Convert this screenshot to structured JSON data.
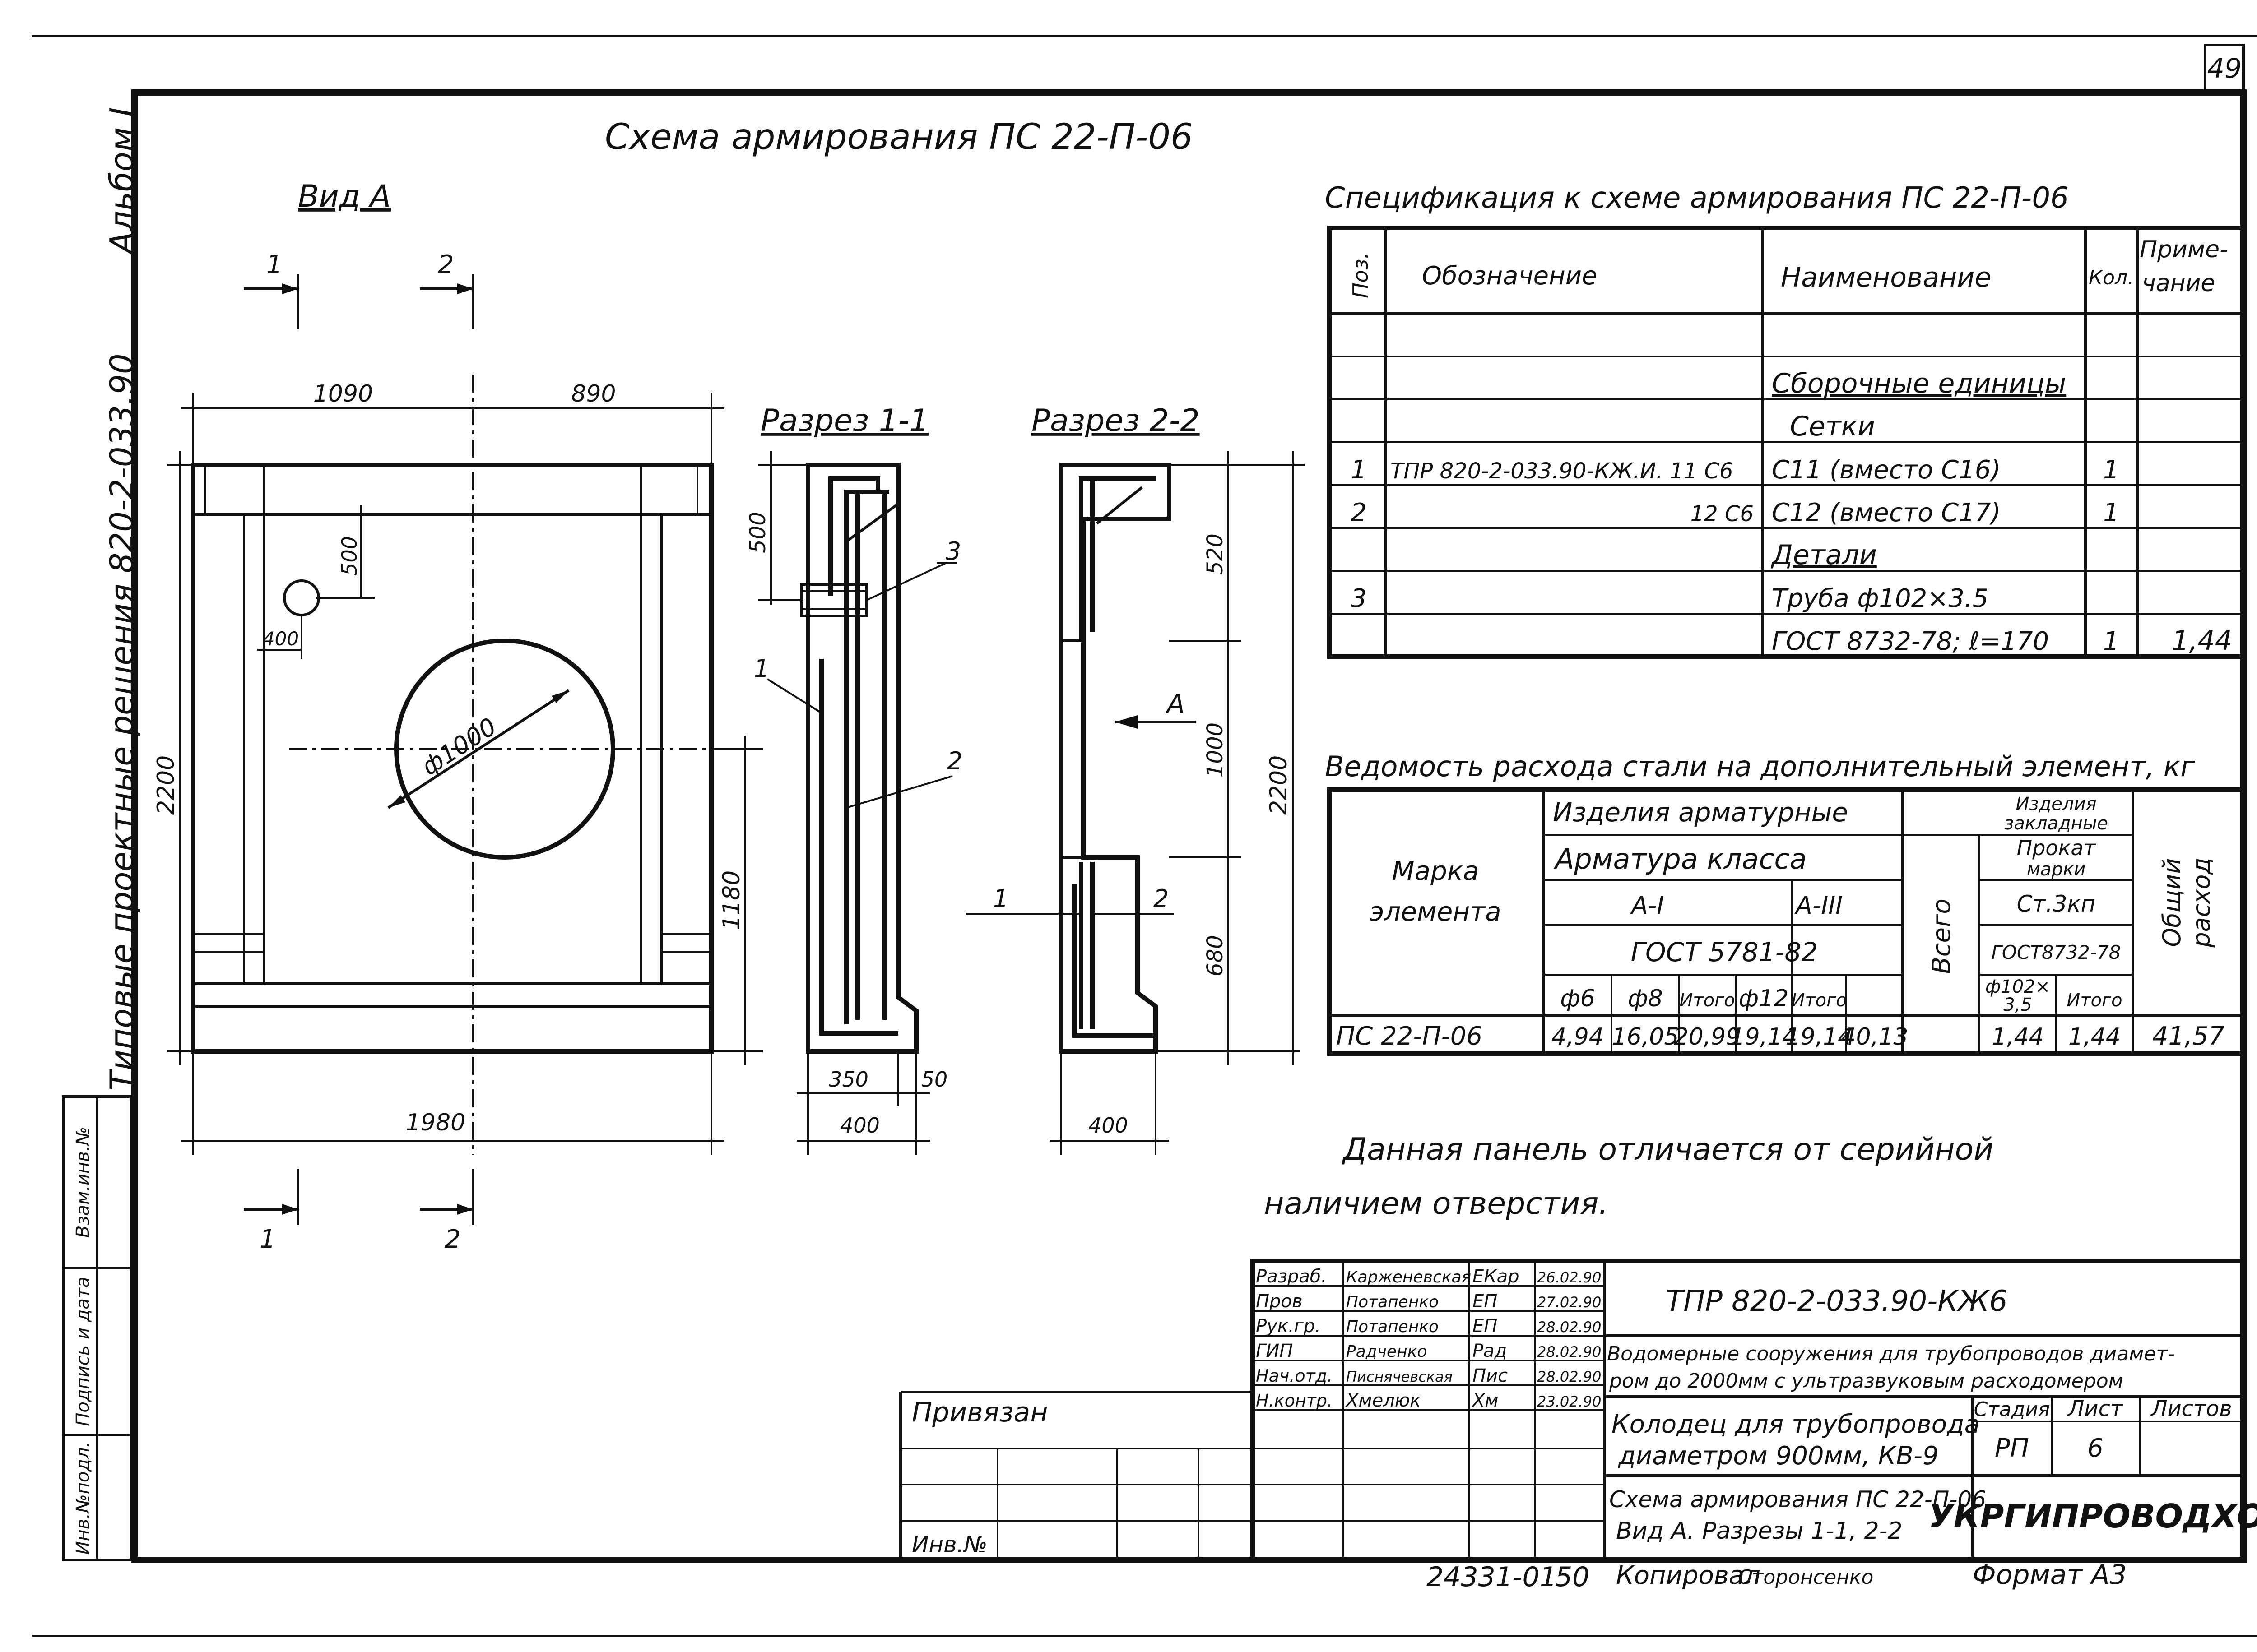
{
  "page_number": "49",
  "side_labels": {
    "album": "Альбом I",
    "project_code": "Типовые проектные решения 820-2-033.90",
    "stamp_cells": [
      "Инв.№подл.",
      "Подпись и дата",
      "Взам.инв.№"
    ]
  },
  "drawing": {
    "title": "Схема армирования ПС 22-П-06",
    "view_a": {
      "label": "Вид А",
      "section_marks": [
        "1",
        "2"
      ],
      "dims": {
        "top_left": "1090",
        "top_right": "890",
        "hole_offset_v": "500",
        "hole_offset_h": "400",
        "height_total": "2200",
        "height_lower": "1180",
        "width_total": "1980",
        "opening": "ф1000"
      }
    },
    "section_1": {
      "label": "Разрез 1-1",
      "callouts": [
        "1",
        "2",
        "3"
      ],
      "dims": {
        "top": "500",
        "width_inner": "350",
        "width_side": "50",
        "width_total": "400"
      }
    },
    "section_2": {
      "label": "Разрез 2-2",
      "arrow": "А",
      "callouts": [
        "1",
        "2"
      ],
      "dims": {
        "d1": "520",
        "d2": "1000",
        "d3": "680",
        "total": "2200",
        "width": "400"
      }
    }
  },
  "spec": {
    "title": "Спецификация к схеме армирования ПС 22-П-06",
    "headers": [
      "Поз.",
      "Обозначение",
      "Наименование",
      "Кол.",
      "Приме-",
      "чание"
    ],
    "rows": [
      {
        "pos": "",
        "code": "",
        "name": "",
        "qty": "",
        "note": ""
      },
      {
        "pos": "",
        "code": "",
        "name": "Сборочные единицы",
        "qty": "",
        "note": ""
      },
      {
        "pos": "",
        "code": "",
        "name": "Сетки",
        "qty": "",
        "note": ""
      },
      {
        "pos": "1",
        "code": "ТПР 820-2-033.90-КЖ.И. 11 С6",
        "name": "С11 (вместо С16)",
        "qty": "1",
        "note": ""
      },
      {
        "pos": "2",
        "code": "12 С6",
        "name": "С12 (вместо С17)",
        "qty": "1",
        "note": ""
      },
      {
        "pos": "",
        "code": "",
        "name": "Детали",
        "qty": "",
        "note": ""
      },
      {
        "pos": "3",
        "code": "",
        "name": "Труба ф102×3.5",
        "qty": "",
        "note": ""
      },
      {
        "pos": "",
        "code": "",
        "name": "ГОСТ 8732-78; ℓ=170",
        "qty": "1",
        "note": "1,44"
      }
    ]
  },
  "steel": {
    "title": "Ведомость расхода стали на дополнительный элемент, кг",
    "h_mark": [
      "Марка",
      "элемента"
    ],
    "h_rebar": "Изделия арматурные",
    "h_class": "Арматура класса",
    "h_a1": "А-I",
    "h_a3": "А-III",
    "h_gost": "ГОСТ 5781-82",
    "h_all": "Всего",
    "h_embed": [
      "Изделия",
      "закладные"
    ],
    "h_rolled": [
      "Прокат",
      "марки"
    ],
    "h_grade": "Ст.3кп",
    "h_gost2": "ГОСТ8732-78",
    "h_total": [
      "Общий",
      "расход"
    ],
    "cols": [
      "ф6",
      "ф8",
      "Итого",
      "ф12",
      "Итого"
    ],
    "pipe": [
      "ф102×",
      "3,5"
    ],
    "pipe_total": "Итого",
    "row": {
      "mark": "ПС 22-П-06",
      "values": [
        "4,94",
        "16,05",
        "20,99",
        "19,14",
        "19,14",
        "40,13",
        "1,44",
        "1,44",
        "41,57"
      ]
    }
  },
  "note": [
    "Данная панель отличается от серийной",
    "наличием отверстия."
  ],
  "title_block": {
    "binding": "Привязан",
    "inv": "Инв.№",
    "staff": [
      {
        "role": "Разраб.",
        "name": "Карженевская",
        "sign": "ЕКар",
        "date": "26.02.90"
      },
      {
        "role": "Пров",
        "name": "Потапенко",
        "sign": "ЕП",
        "date": "27.02.90"
      },
      {
        "role": "Рук.гр.",
        "name": "Потапенко",
        "sign": "ЕП",
        "date": "28.02.90"
      },
      {
        "role": "ГИП",
        "name": "Радченко",
        "sign": "Рад",
        "date": "28.02.90"
      },
      {
        "role": "Нач.отд.",
        "name": "Пиcнячевская",
        "sign": "Пис",
        "date": "28.02.90"
      },
      {
        "role": "Н.контр.",
        "name": "Хмелюк",
        "sign": "Хм",
        "date": "23.02.90"
      }
    ],
    "doc_code": "ТПР 820-2-033.90-КЖ6",
    "object": [
      "Водомерные сооружения для трубопроводов диамет-",
      "ром до 2000мм с ультразвуковым расходомером"
    ],
    "subject": [
      "Колодец для трубопровода",
      "диаметром 900мм, КВ-9"
    ],
    "sheet_title": [
      "Схема армирования ПС 22-П-06",
      "Вид А. Разрезы 1-1, 2-2"
    ],
    "stage_h": "Стадия",
    "sheet_h": "Лист",
    "sheets_h": "Листов",
    "stage": "РП",
    "sheet": "6",
    "org": "УКРГИПРОВОДХОЗ"
  },
  "footer": {
    "number": "24331-01",
    "page": "50",
    "copied_by": "Копировал",
    "copier": "Сторонсенко",
    "format": "Формат А3"
  }
}
